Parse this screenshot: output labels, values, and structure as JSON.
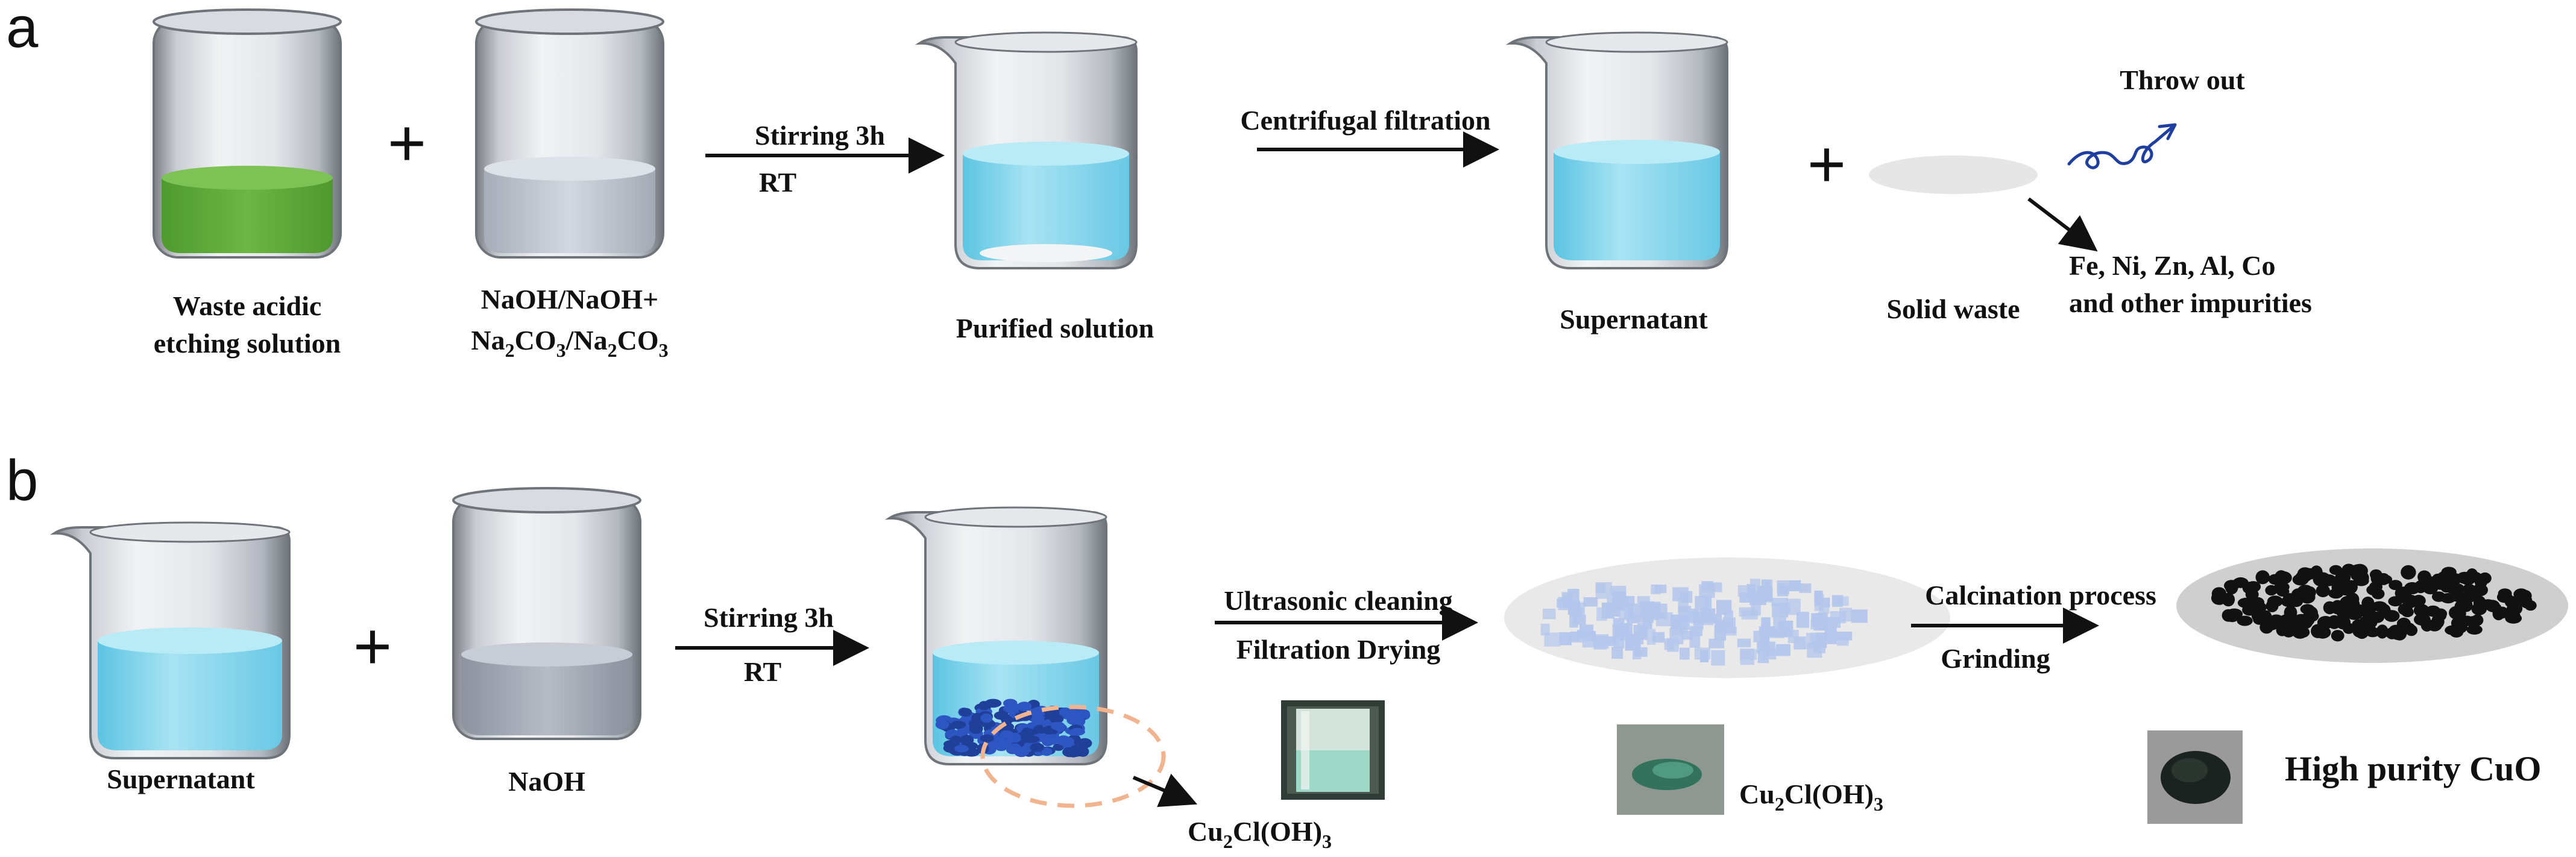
{
  "panel_a": {
    "label": "a",
    "plus_1": "+",
    "plus_2": "+",
    "reactant_1": [
      "Waste acidic",
      "etching solution"
    ],
    "reactant_2": {
      "line1": "NaOH/NaOH+",
      "line2": [
        "Na",
        "2",
        "CO",
        "3",
        "/Na",
        "2",
        "CO",
        "3"
      ]
    },
    "arrow_1": {
      "top": "Stirring 3h",
      "bottom": "RT"
    },
    "product_1": "Purified solution",
    "arrow_2": {
      "top": "Centrifugal filtration"
    },
    "product_2": "Supernatant",
    "solid_waste": "Solid waste",
    "throw_out": "Throw out",
    "impurities": [
      "Fe, Ni, Zn, Al, Co",
      "and other impurities"
    ]
  },
  "panel_b": {
    "label": "b",
    "plus": "+",
    "reactant_1": "Supernatant",
    "reactant_2": "NaOH",
    "arrow_1": {
      "top": "Stirring 3h",
      "bottom": "RT"
    },
    "precipitate": [
      "Cu",
      "2",
      "Cl(OH)",
      "3"
    ],
    "arrow_2": {
      "top": "Ultrasonic cleaning",
      "bottom": "Filtration  Drying"
    },
    "intermediate": [
      "Cu",
      "2",
      "Cl(OH)",
      "3"
    ],
    "arrow_3": {
      "top": "Calcination process",
      "bottom": "Grinding"
    },
    "final_product": "High purity CuO"
  },
  "colors": {
    "green_solution": "#5fa83b",
    "blue_solution": "#7fd3ea",
    "grey_solution": "#c6ccd6",
    "cu2cloh3_particles": "#b4c6ec",
    "cuo_particles": "#111111",
    "precipitate_particles": "#1f3f99",
    "dashed_ellipse": "#f2b48f"
  }
}
